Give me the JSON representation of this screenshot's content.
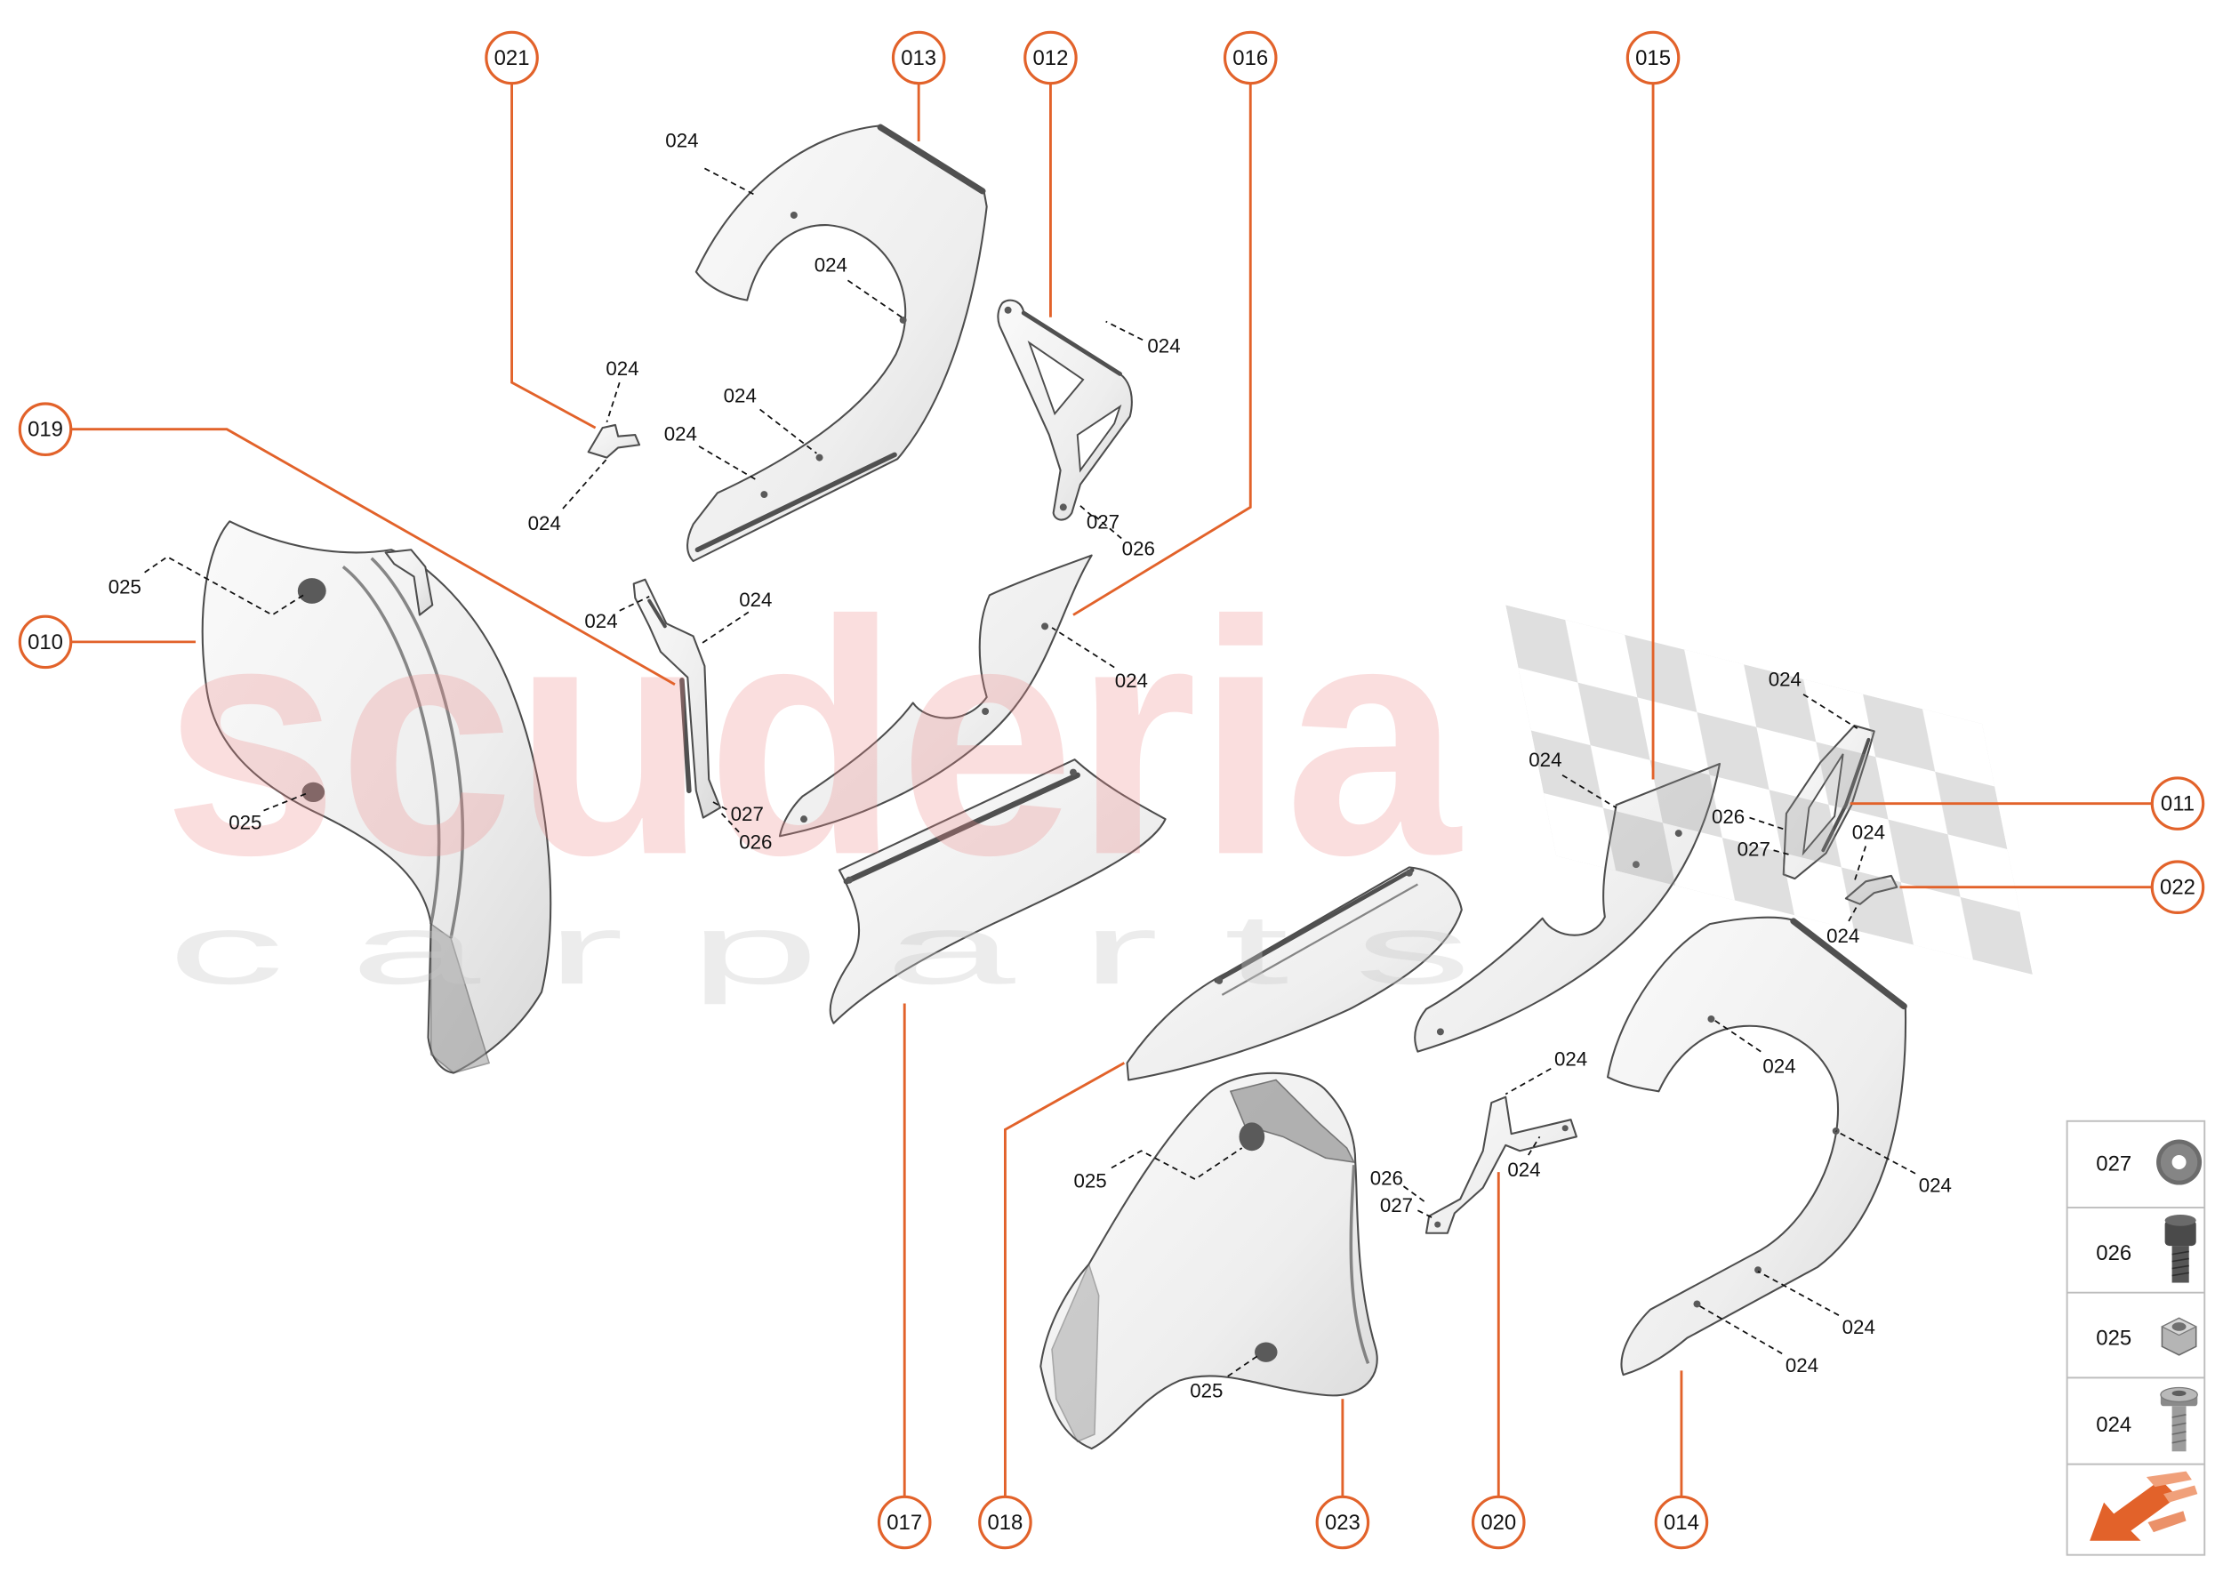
{
  "watermark": {
    "brand": "scuderia",
    "tagline": "c a r p a r t s"
  },
  "colors": {
    "accent": "#e2622a",
    "part_stroke": "#4d4d4d",
    "watermark_text": "#ee8a8a",
    "watermark_tagline": "#c9c9c9",
    "legend_border": "#bdbdbd"
  },
  "callouts": [
    "021",
    "013",
    "012",
    "016",
    "015",
    "019",
    "010",
    "011",
    "022",
    "017",
    "018",
    "023",
    "020",
    "014"
  ],
  "fastener_labels": [
    "024",
    "024",
    "024",
    "024",
    "024",
    "024",
    "024",
    "027",
    "026",
    "024",
    "024",
    "024",
    "027",
    "026",
    "025",
    "025",
    "024",
    "024",
    "026",
    "027",
    "024",
    "024",
    "024",
    "024",
    "026",
    "027",
    "025",
    "025",
    "024",
    "024",
    "024",
    "024"
  ],
  "legend": {
    "items": [
      {
        "code": "027",
        "icon": "washer-icon"
      },
      {
        "code": "026",
        "icon": "screw-icon"
      },
      {
        "code": "025",
        "icon": "nut-icon"
      },
      {
        "code": "024",
        "icon": "bolt-icon"
      }
    ],
    "footer_icon": "arrow-icon"
  }
}
